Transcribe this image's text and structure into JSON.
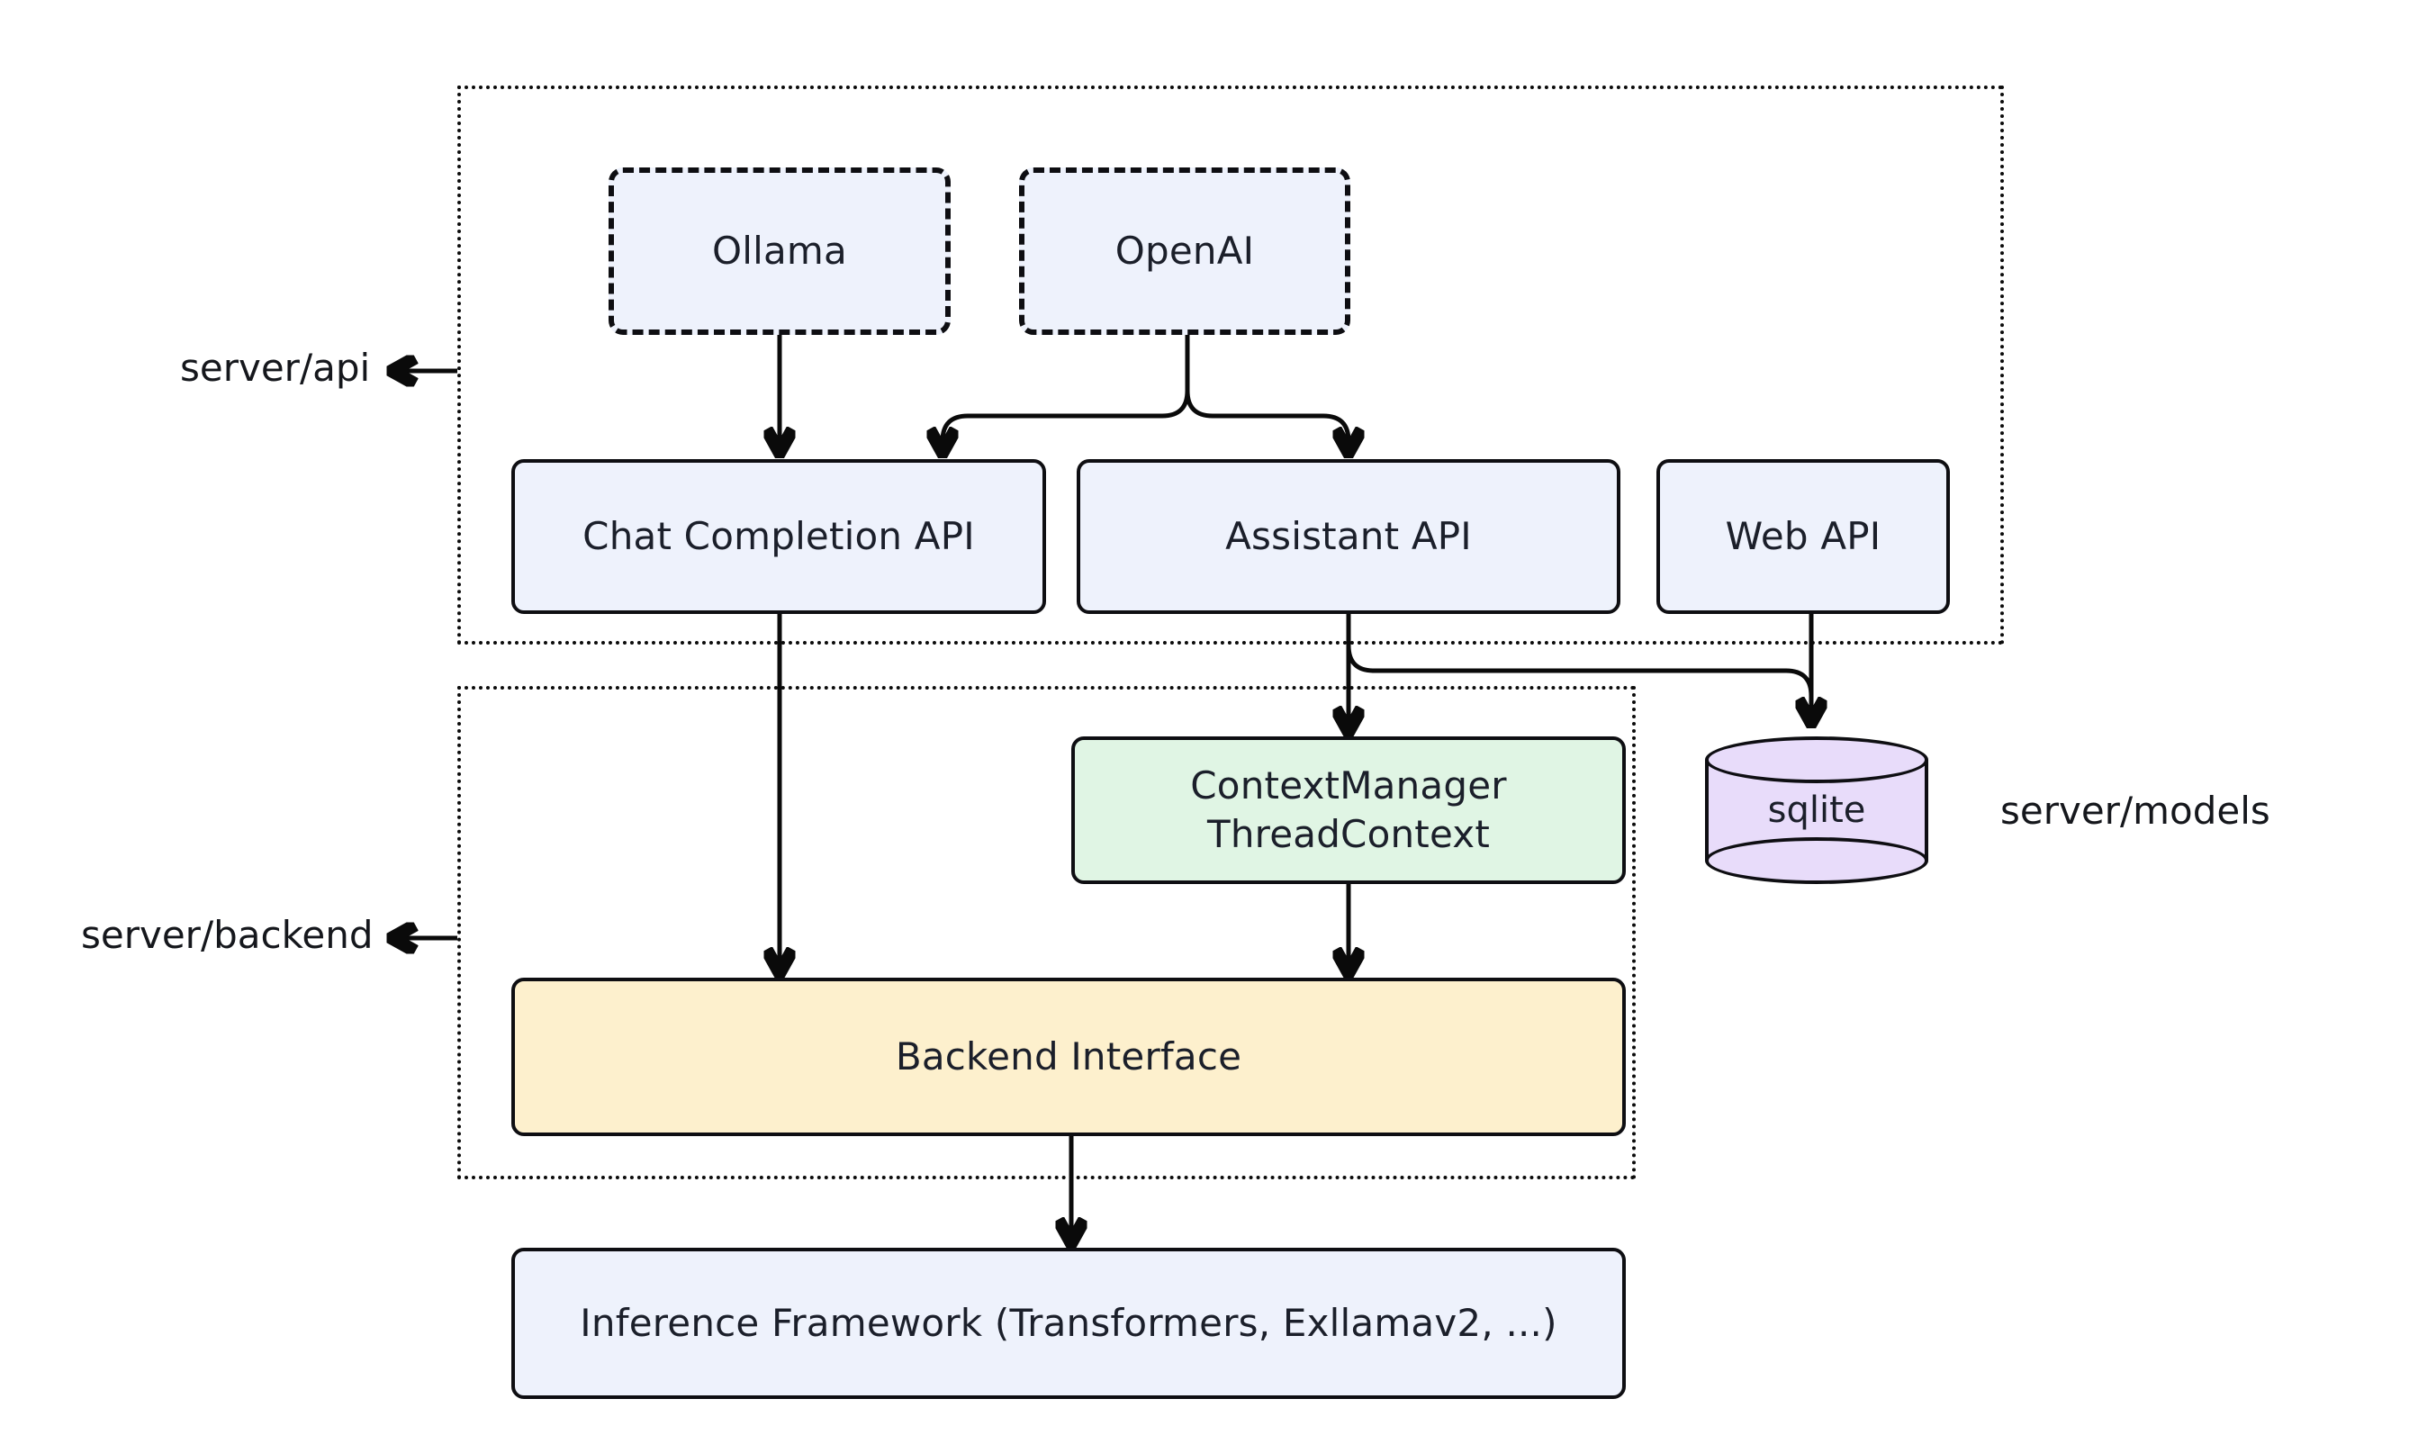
{
  "diagram": {
    "title": "Server architecture diagram",
    "colors": {
      "node_blue": "#eef2fc",
      "node_green": "#e0f5e4",
      "node_yellow": "#fdf0cd",
      "node_purple": "#e8dcfa",
      "stroke": "#0e0e12",
      "background": "#ffffff"
    }
  },
  "groups": [
    {
      "id": "api",
      "label": "server/api"
    },
    {
      "id": "backend",
      "label": "server/backend"
    }
  ],
  "labels": {
    "server_api": "server/api",
    "server_backend": "server/backend",
    "server_models": "server/models"
  },
  "nodes": {
    "ollama": "Ollama",
    "openai": "OpenAI",
    "chat_completion_api": "Chat Completion API",
    "assistant_api": "Assistant API",
    "web_api": "Web API",
    "context_manager": "ContextManager\nThreadContext",
    "sqlite": "sqlite",
    "backend_interface": "Backend Interface",
    "inference_framework": "Inference Framework (Transformers, Exllamav2, ...)"
  },
  "edges": [
    {
      "from": "ollama",
      "to": "chat_completion_api"
    },
    {
      "from": "openai",
      "to": "chat_completion_api"
    },
    {
      "from": "openai",
      "to": "assistant_api"
    },
    {
      "from": "chat_completion_api",
      "to": "backend_interface"
    },
    {
      "from": "assistant_api",
      "to": "context_manager"
    },
    {
      "from": "assistant_api",
      "to": "sqlite"
    },
    {
      "from": "web_api",
      "to": "sqlite"
    },
    {
      "from": "context_manager",
      "to": "backend_interface"
    },
    {
      "from": "backend_interface",
      "to": "inference_framework"
    }
  ]
}
